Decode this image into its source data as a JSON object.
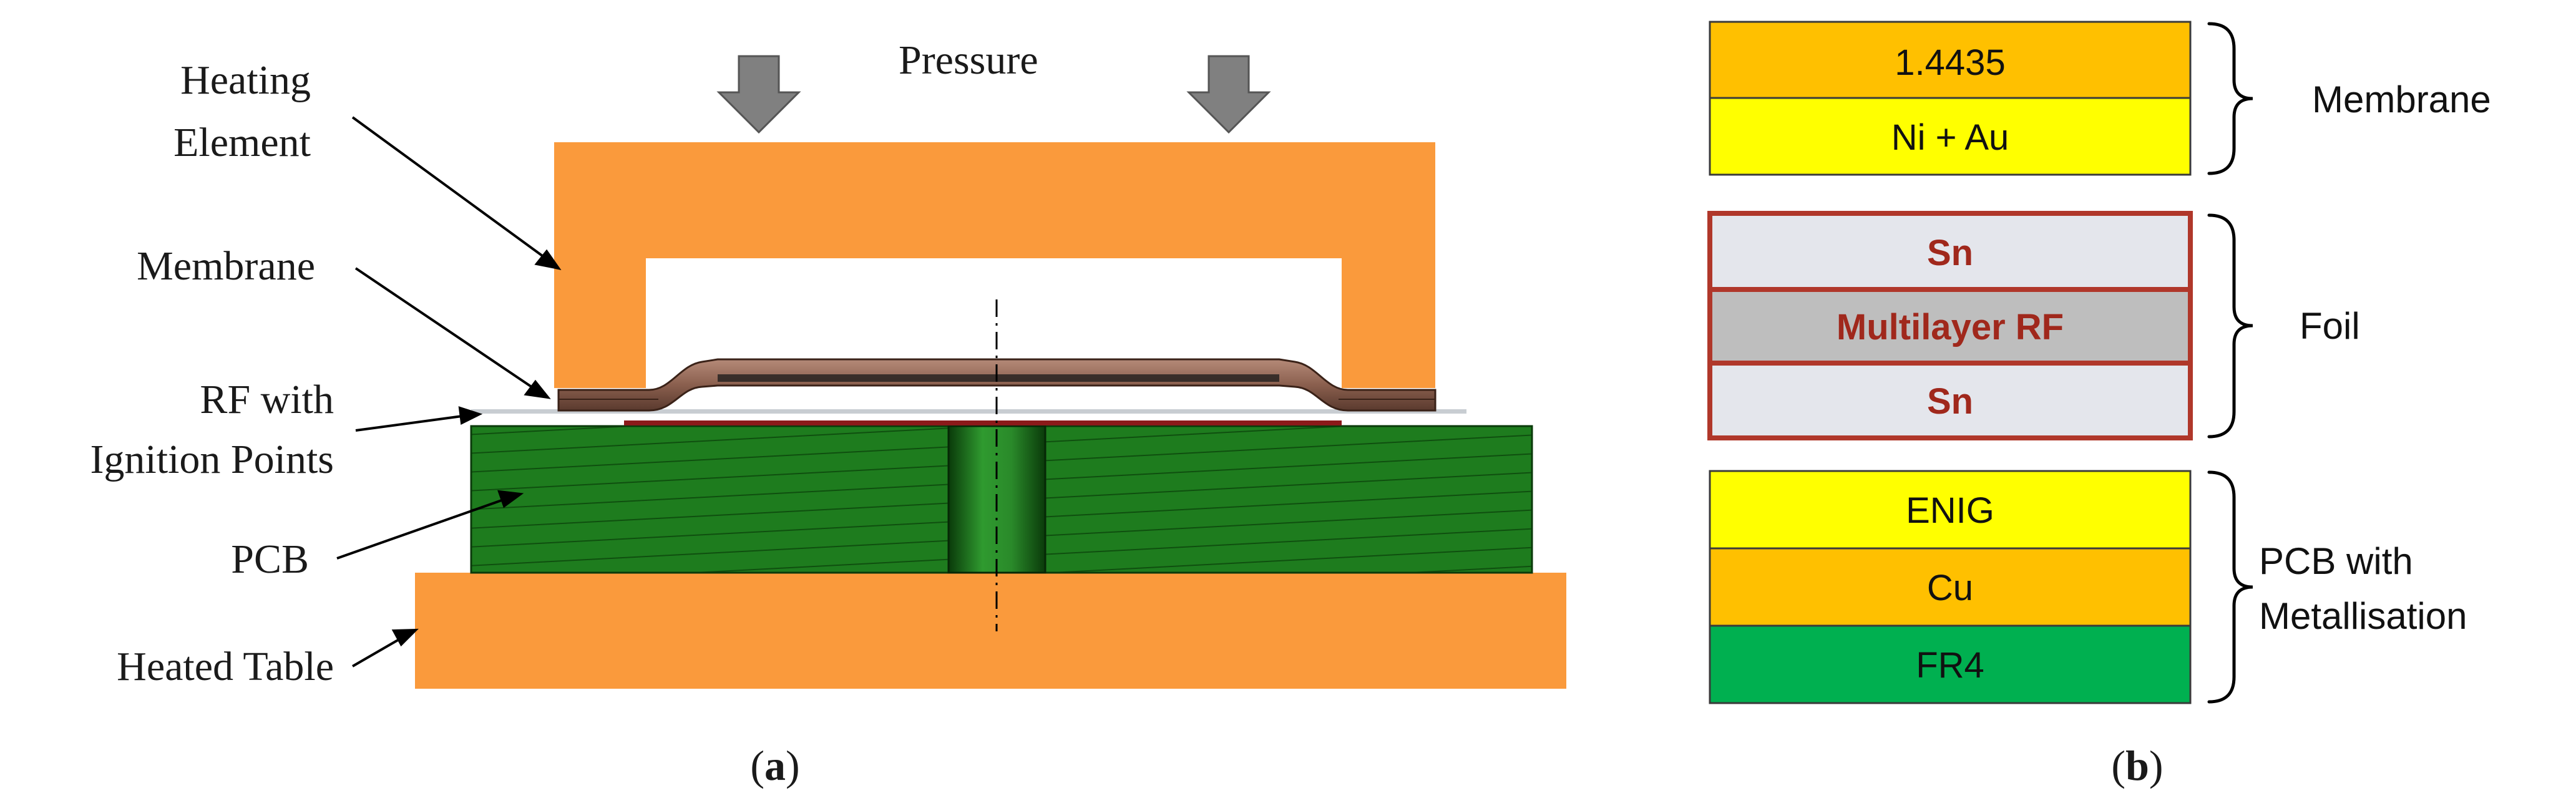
{
  "panel_a": {
    "pressure_label": "Pressure",
    "label_heating_line1": "Heating",
    "label_heating_line2": "Element",
    "label_membrane": "Membrane",
    "label_rf_line1": "RF with",
    "label_rf_line2": "Ignition Points",
    "label_pcb": "PCB",
    "label_table": "Heated Table",
    "caption_open": "(",
    "caption_letter": "a",
    "caption_close": ")"
  },
  "panel_b": {
    "membrane_layers": [
      "1.4435",
      "Ni + Au"
    ],
    "foil_layers": [
      "Sn",
      "Multilayer RF",
      "Sn"
    ],
    "pcb_layers": [
      "ENIG",
      "Cu",
      "FR4"
    ],
    "label_membrane": "Membrane",
    "label_foil": "Foil",
    "label_pcb_line1": "PCB with",
    "label_pcb_line2": "Metallisation",
    "caption_open": "(",
    "caption_letter": "b",
    "caption_close": ")"
  },
  "colors": {
    "heating_orange": "#fa9a3c",
    "steel_orange": "#ffc000",
    "nickel_gold_yellow": "#ffff00",
    "tin_grey": "#e4e6ec",
    "multilayer_grey": "#bebebe",
    "foil_border_red": "#b0372a",
    "fr4_green": "#00b050",
    "pcb_dark_green": "#1a7a1a",
    "membrane_brown": "#8a5f4e",
    "arrow_grey": "#808080"
  }
}
